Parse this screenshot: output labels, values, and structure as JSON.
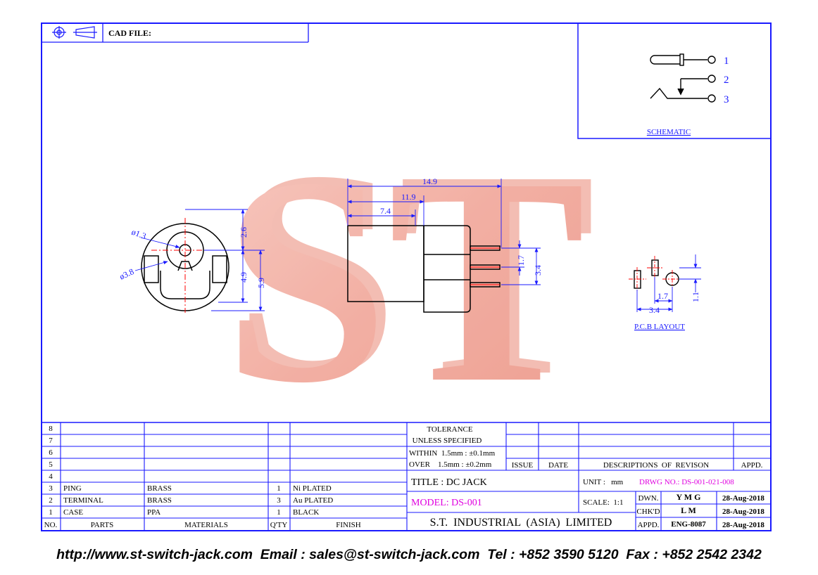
{
  "header": {
    "cad_file_label": "CAD FILE:"
  },
  "schematic": {
    "label": "SCHEMATIC",
    "pins": [
      "1",
      "2",
      "3"
    ]
  },
  "dimensions": {
    "top_view": [
      "14.9",
      "11.9",
      "7.4",
      "1.7",
      "3.4"
    ],
    "front_view": [
      "ø1.3",
      "ø3.8",
      "2.6",
      "4.9",
      "5.9"
    ],
    "pcb": [
      "1.7",
      "3.4",
      "1.1"
    ]
  },
  "pcb_layout_label": "P.C.B LAYOUT",
  "parts_table": {
    "headers": {
      "no": "NO.",
      "parts": "PARTS",
      "materials": "MATERIALS",
      "qty": "Q'TY",
      "finish": "FINISH"
    },
    "empty_rows": [
      "8",
      "7",
      "6",
      "5",
      "4"
    ],
    "rows": [
      {
        "no": "3",
        "part": "PING",
        "material": "BRASS",
        "qty": "1",
        "finish": "Ni PLATED"
      },
      {
        "no": "2",
        "part": "TERMINAL",
        "material": "BRASS",
        "qty": "3",
        "finish": "Au PLATED"
      },
      {
        "no": "1",
        "part": "CASE",
        "material": "PPA",
        "qty": "1",
        "finish": "BLACK"
      }
    ]
  },
  "tolerance": {
    "line1": "TOLERANCE",
    "line2": "UNLESS   SPECIFIED",
    "within": "WITHIN  1.5mm : ±0.1mm",
    "over": "OVER    1.5mm : ±0.2mm"
  },
  "revision": {
    "issue": "ISSUE",
    "date": "DATE",
    "descriptions": "DESCRIPTIONS  OF  REVISON",
    "appd": "APPD."
  },
  "title_block": {
    "title": "TITLE : DC JACK",
    "model": "MODEL: DS-001",
    "unit": "UNIT :   mm",
    "scale": "SCALE:  1:1",
    "drwg_no": "DRWG NO.: DS-001-021-008",
    "company": "S.T.  INDUSTRIAL  (ASIA)  LIMITED",
    "dwn_label": "DWN.",
    "dwn_value": "Y M G",
    "dwn_date": "28-Aug-2018",
    "chkd_label": "CHK'D",
    "chkd_value": "L M",
    "chkd_date": "28-Aug-2018",
    "appd_label": "APPD.",
    "appd_value": "ENG-8087",
    "appd_date": "28-Aug-2018"
  },
  "watermark": {
    "text": "ST"
  },
  "colors": {
    "frame": "#1a1aff",
    "dimension": "#1a1aff",
    "centerline": "#ff0000",
    "highlight": "#ff00ff",
    "watermark": "#f0a59a"
  },
  "footer": {
    "text": "http://www.st-switch-jack.com  Email : sales@st-switch-jack.com  Tel : +852 3590 5120  Fax : +852 2542 2342"
  }
}
